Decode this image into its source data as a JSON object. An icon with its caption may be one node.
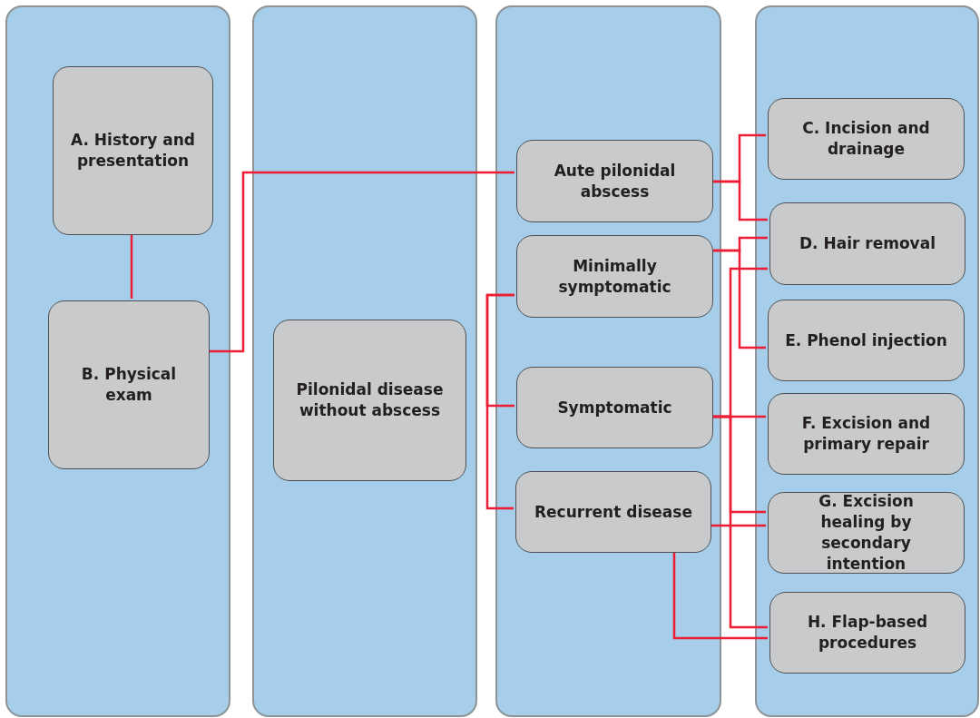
{
  "diagram": {
    "nodes": [
      {
        "text": [],
        "shape": "box"
      },
      {
        "text": [],
        "shape": "box"
      },
      {
        "text": [],
        "shape": "box"
      },
      {
        "text": [],
        "shape": "box"
      },
      {
        "text": [
          "A. History and presentation"
        ],
        "in": 0
      },
      {
        "text": [
          "B. Physical exam"
        ],
        "in": 0
      },
      {
        "text": [
          "Pilonidal disease without abscess"
        ],
        "in": 1
      },
      {
        "text": [
          "Aute pilonidal abscess"
        ],
        "in": 2
      },
      {
        "text": [
          "Minimally symptomatic"
        ],
        "in": 2
      },
      {
        "text": [
          "Symptomatic"
        ],
        "in": 2
      },
      {
        "text": [
          "Recurrent disease"
        ],
        "in": 2
      },
      {
        "text": [
          "C. Incision and drainage"
        ],
        "in": 3
      },
      {
        "text": [
          "D. Hair removal"
        ],
        "in": 3
      },
      {
        "text": [
          "E. Phenol injection"
        ],
        "in": 3
      },
      {
        "text": [
          "F. Excision and primary repair"
        ],
        "in": 3
      },
      {
        "text": [
          "G. Excision healing by secondary intention"
        ],
        "in": 3
      },
      {
        "text": [
          "H. Flap-based procedures"
        ],
        "in": 3
      }
    ],
    "edges": [
      {
        "from": 4,
        "to": 5,
        "arrow": "none"
      },
      {
        "from": 5,
        "to": 7,
        "arrow": "none"
      },
      {
        "from": 8,
        "to": 9,
        "arrow": "none"
      },
      {
        "from": 8,
        "to": 10,
        "arrow": "none"
      },
      {
        "from": 7,
        "to": 11,
        "arrow": "none"
      },
      {
        "from": 7,
        "to": 12,
        "arrow": "none"
      },
      {
        "from": 8,
        "to": 12,
        "arrow": "none"
      },
      {
        "from": 8,
        "to": 13,
        "arrow": "none"
      },
      {
        "from": 9,
        "to": 14,
        "arrow": "none"
      },
      {
        "from": 9,
        "to": 12,
        "arrow": "none"
      },
      {
        "from": 9,
        "to": 15,
        "arrow": "none"
      },
      {
        "from": 9,
        "to": 16,
        "arrow": "none"
      },
      {
        "from": 10,
        "to": 15,
        "arrow": "none"
      },
      {
        "from": 10,
        "to": 16,
        "arrow": "none"
      }
    ]
  }
}
